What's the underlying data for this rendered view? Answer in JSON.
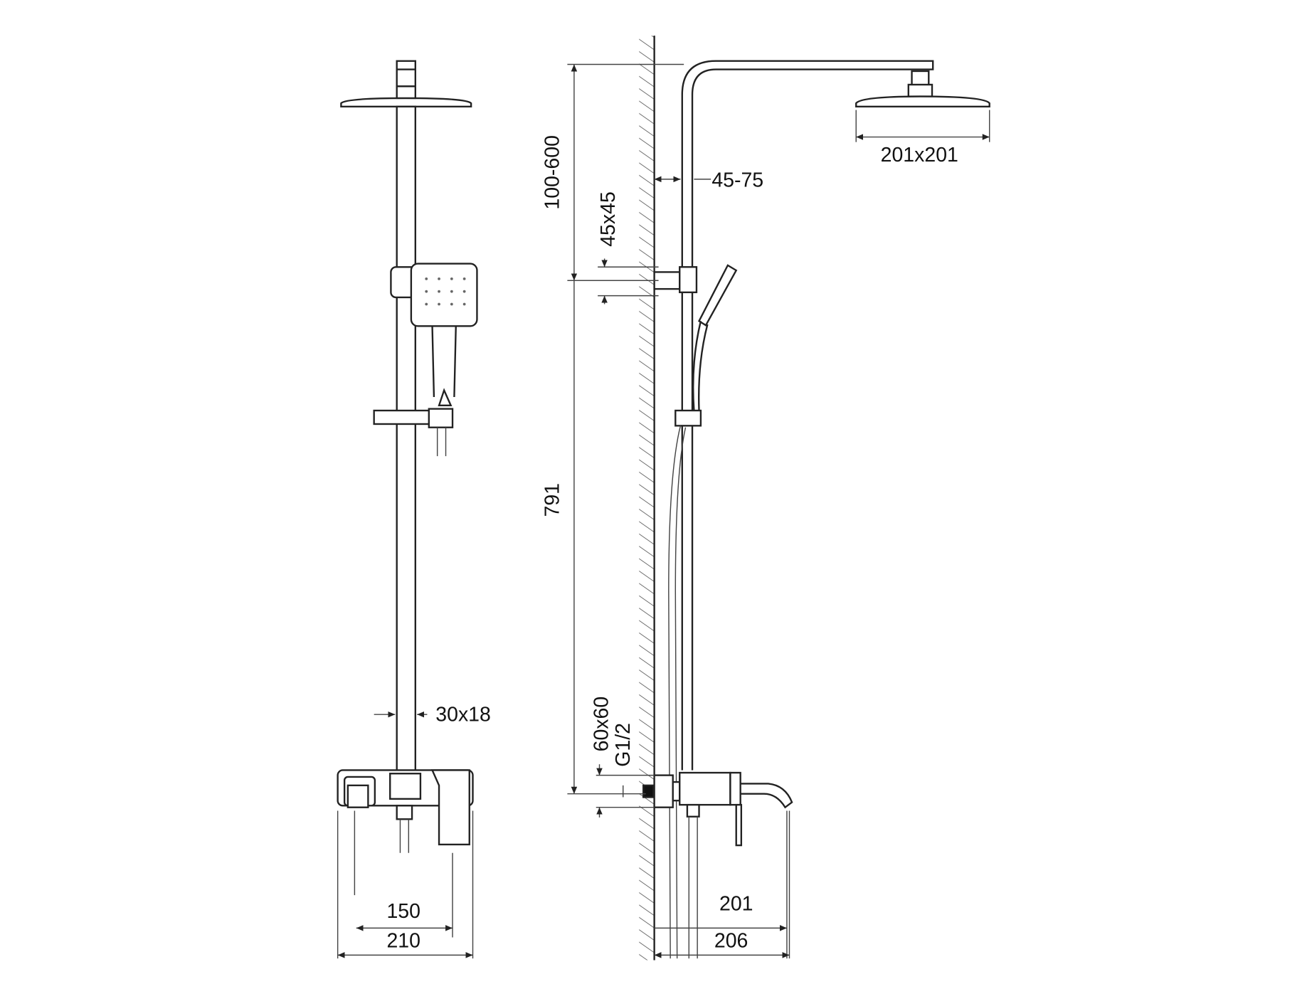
{
  "dimensions": {
    "head_size": "201x201",
    "wall_offset": "45-75",
    "arm_height": "100-600",
    "bracket_size": "45x45",
    "column_height": "791",
    "rail_section": "30x18",
    "mixer_size": "60x60",
    "thread": "G1/2",
    "inlet_spacing": "150",
    "mixer_width": "210",
    "spout_reach": "201",
    "total_depth": "206"
  },
  "colors": {
    "line": "#222222",
    "background": "#ffffff"
  }
}
